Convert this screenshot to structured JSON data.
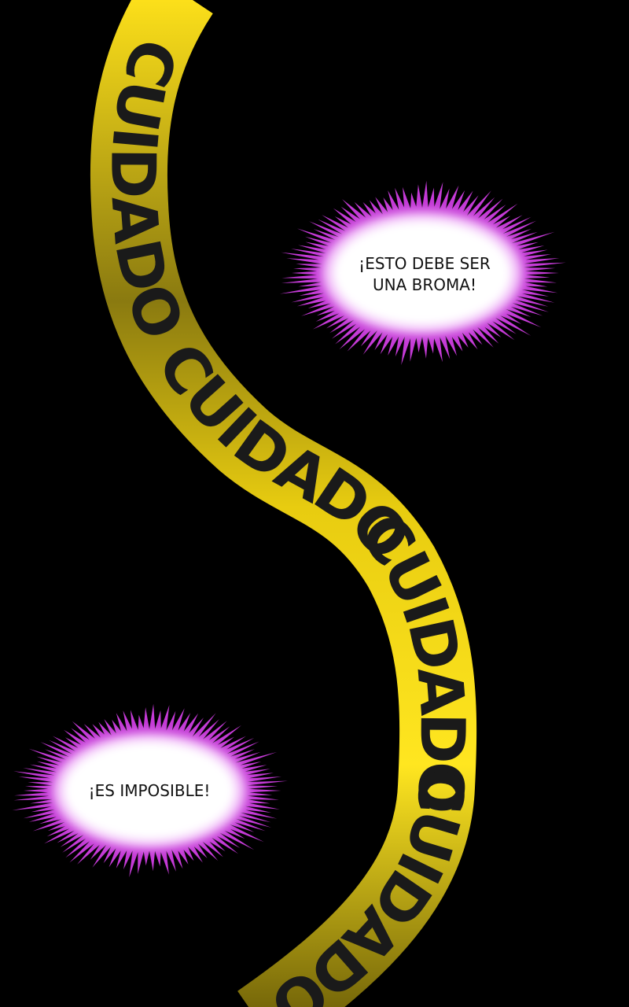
{
  "tape": {
    "color": "#f2d81a",
    "words": [
      "CUIDADO",
      "CUIDADO",
      "CUIDADO",
      "CUIDADO"
    ]
  },
  "bubbles": [
    {
      "lines": [
        "¡ESTO DEBE SER",
        "UNA BROMA!"
      ],
      "burst_color": "#c43ad6"
    },
    {
      "lines": [
        "¡ES IMPOSIBLE!"
      ],
      "burst_color": "#c43ad6"
    }
  ]
}
